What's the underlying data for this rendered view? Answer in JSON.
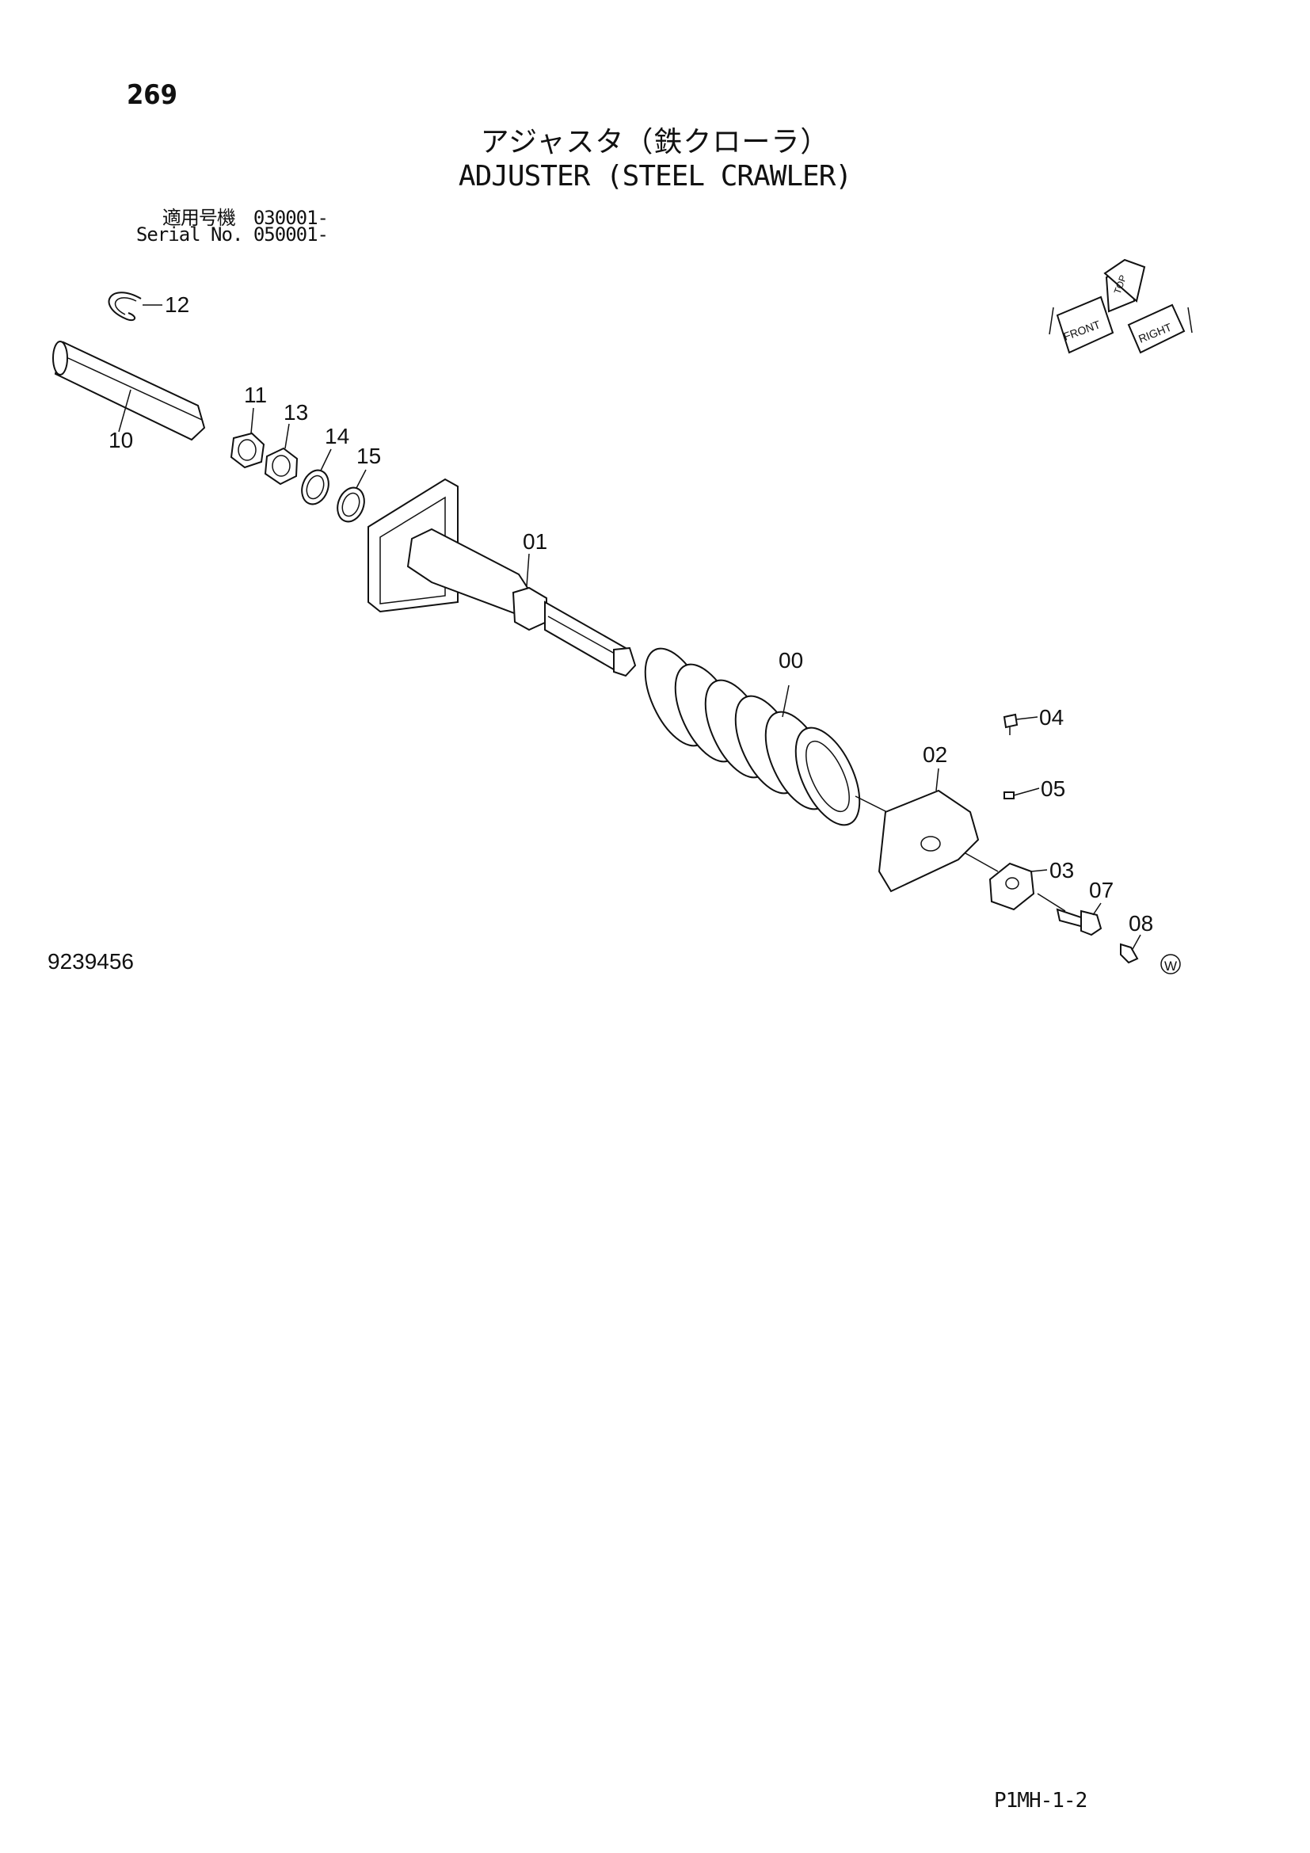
{
  "page": {
    "number": "269",
    "title_ja": "アジャスタ（鉄クローラ）",
    "title_en": "ADJUSTER (STEEL CRAWLER)",
    "serial_ja": "適用号機　030001-",
    "serial_en": "Serial No. 050001-",
    "drawing_number": "9239456",
    "page_code": "P1MH-1-2"
  },
  "callouts": {
    "c12": "12",
    "c10": "10",
    "c11": "11",
    "c13": "13",
    "c14": "14",
    "c15": "15",
    "c01": "01",
    "c00": "00",
    "c04": "04",
    "c02": "02",
    "c05": "05",
    "c03": "03",
    "c07": "07",
    "c08": "08"
  },
  "orientation": {
    "front": "FRONT",
    "right": "RIGHT",
    "top": "TOP",
    "wear": "W"
  }
}
